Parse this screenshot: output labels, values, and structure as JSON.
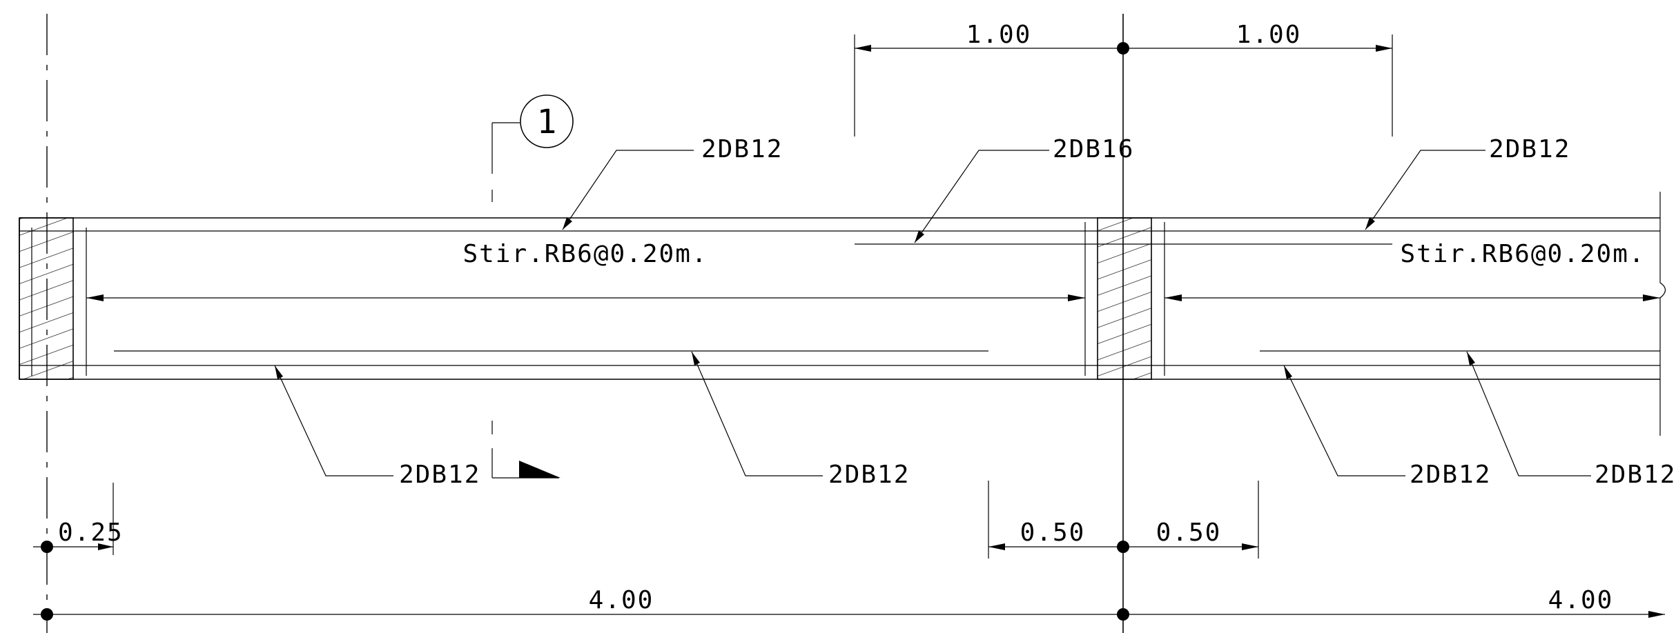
{
  "drawing": {
    "section_marker_number": "1",
    "labels": {
      "top_left_rebar": "2DB12",
      "top_mid_rebar": "2DB16",
      "top_right_rebar": "2DB12",
      "stirrup_left": "Stir.RB6@0.20m.",
      "stirrup_right": "Stir.RB6@0.20m.",
      "bot_left_1": "2DB12",
      "bot_left_2": "2DB12",
      "bot_right_1": "2DB12",
      "bot_right_2": "2DB12"
    },
    "dimensions": {
      "top_left": "1.00",
      "top_right": "1.00",
      "support_left": "0.25",
      "mid_left": "0.50",
      "mid_right": "0.50",
      "span_left": "4.00",
      "span_right": "4.00"
    }
  }
}
